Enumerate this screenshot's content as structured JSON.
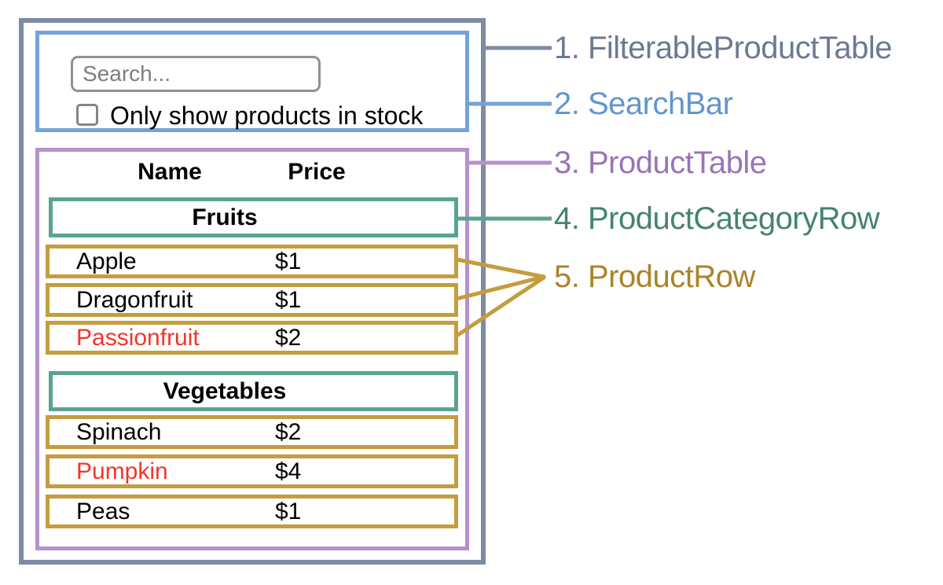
{
  "annotations": {
    "items": [
      {
        "label": "1. FilterableProductTable",
        "color": "#6b7a92"
      },
      {
        "label": "2. SearchBar",
        "color": "#6096cb"
      },
      {
        "label": "3. ProductTable",
        "color": "#9a74b4"
      },
      {
        "label": "4. ProductCategoryRow",
        "color": "#44836f"
      },
      {
        "label": "5. ProductRow",
        "color": "#aa8429"
      }
    ]
  },
  "search_bar": {
    "placeholder": "Search...",
    "checkbox_label": "Only show products in stock",
    "checkbox_checked": false
  },
  "product_table": {
    "headers": {
      "name": "Name",
      "price": "Price"
    },
    "categories": [
      {
        "name": "Fruits",
        "products": [
          {
            "name": "Apple",
            "price": "$1",
            "in_stock": true
          },
          {
            "name": "Dragonfruit",
            "price": "$1",
            "in_stock": true
          },
          {
            "name": "Passionfruit",
            "price": "$2",
            "in_stock": false
          }
        ]
      },
      {
        "name": "Vegetables",
        "products": [
          {
            "name": "Spinach",
            "price": "$2",
            "in_stock": true
          },
          {
            "name": "Pumpkin",
            "price": "$4",
            "in_stock": false
          },
          {
            "name": "Peas",
            "price": "$1",
            "in_stock": true
          }
        ]
      }
    ]
  },
  "colors": {
    "filterable_product_table_border": "#7d8ba3",
    "search_bar_border": "#74a3da",
    "product_table_border": "#b691cb",
    "product_category_row_border": "#58a491",
    "product_row_border": "#c49d3e",
    "out_of_stock_text": "#f1362a",
    "input_border": "#919191",
    "placeholder_text": "#7e7e7e"
  }
}
